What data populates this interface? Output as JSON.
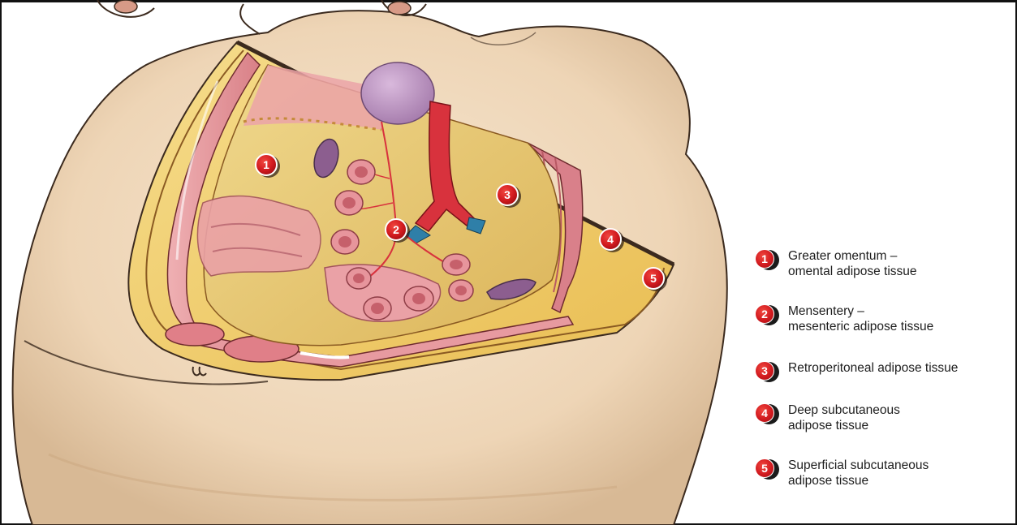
{
  "legend": [
    {
      "number": "1",
      "lines": [
        "Greater omentum –",
        "omental adipose tissue"
      ]
    },
    {
      "number": "2",
      "lines": [
        "Mensentery –",
        "mesenteric adipose tissue"
      ]
    },
    {
      "number": "3",
      "lines": [
        "Retroperitoneal adipose tissue",
        ""
      ]
    },
    {
      "number": "4",
      "lines": [
        "Deep subcutaneous",
        "adipose tissue"
      ]
    },
    {
      "number": "5",
      "lines": [
        "Superficial subcutaneous",
        "adipose tissue"
      ]
    }
  ],
  "callouts": [
    "1",
    "2",
    "3",
    "4",
    "5"
  ],
  "colors": {
    "skin": "#f1dcc0",
    "skin_shadow": "#d9bd9c",
    "fat": "#f3d478",
    "fat_dark": "#d9a531",
    "muscle": "#e79aa0",
    "artery": "#d8323d",
    "vein": "#2f7fa8",
    "marker": "#d21a1f"
  }
}
